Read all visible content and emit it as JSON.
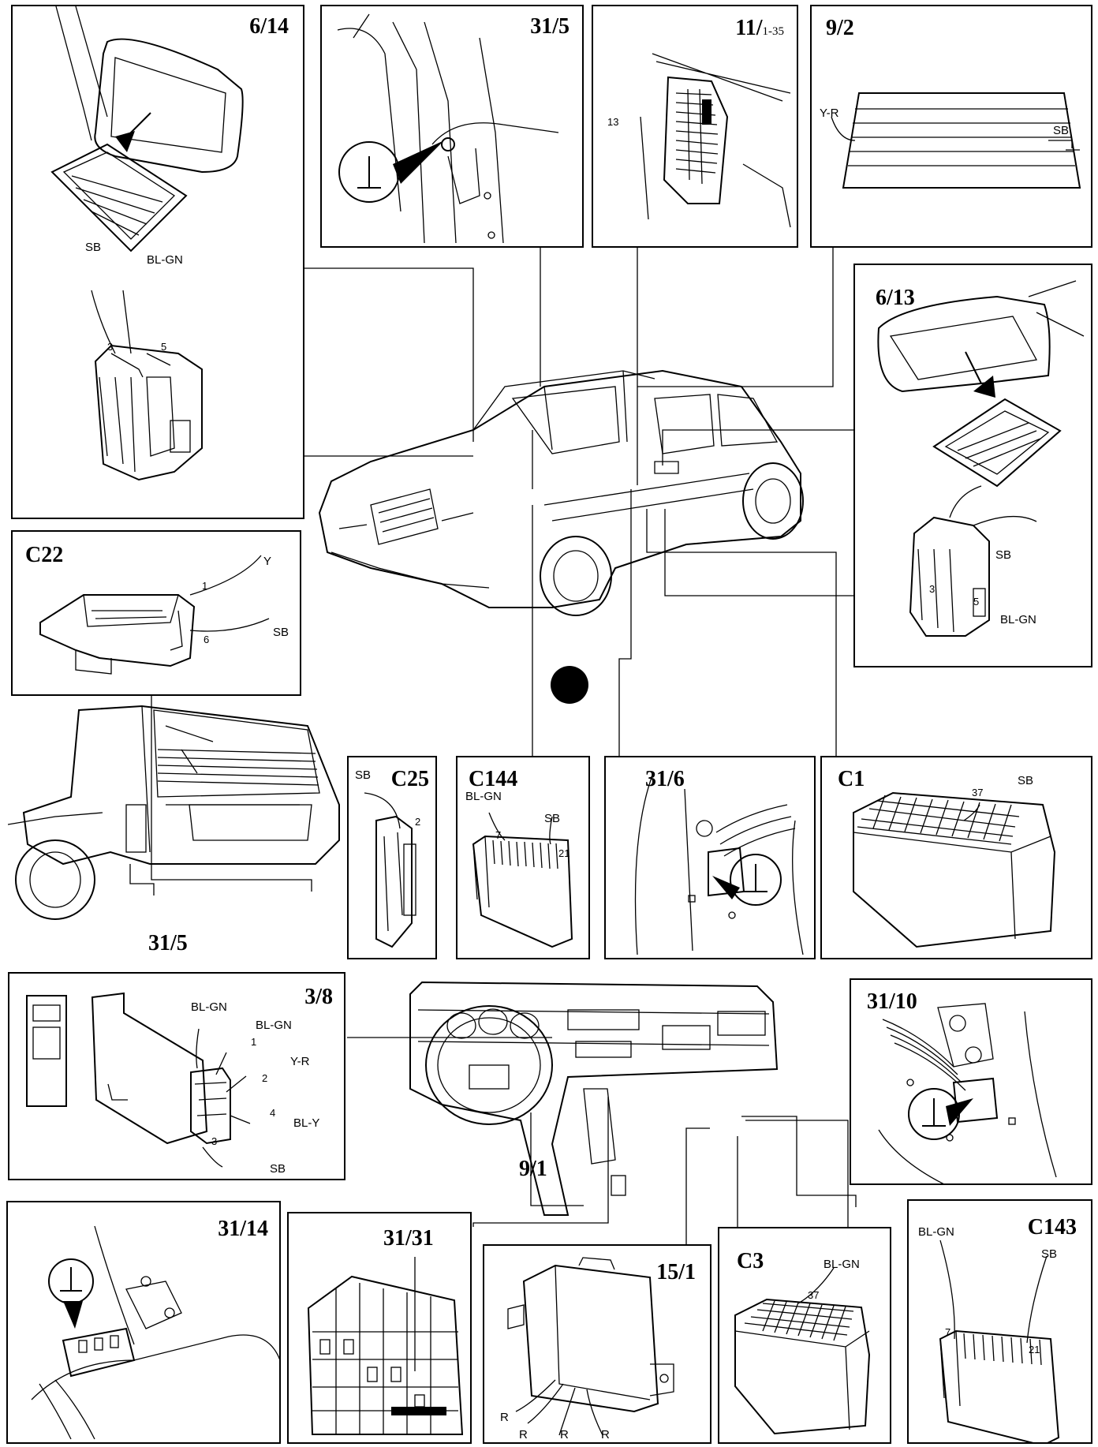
{
  "panels": {
    "p614": {
      "label": "6/14",
      "wires": [
        "SB",
        "BL-GN"
      ],
      "pins": [
        "3",
        "5"
      ]
    },
    "p315": {
      "label": "31/5"
    },
    "p11": {
      "label": "11/",
      "sub": "1-35",
      "pins": [
        "13"
      ]
    },
    "p92": {
      "label": "9/2",
      "wires": [
        "Y-R",
        "SB"
      ]
    },
    "p613": {
      "label": "6/13",
      "wires": [
        "SB",
        "BL-GN"
      ],
      "pins": [
        "3",
        "5"
      ]
    },
    "c22": {
      "label": "C22",
      "wires": [
        "Y",
        "SB"
      ],
      "pins": [
        "1",
        "6"
      ]
    },
    "rear": {
      "label": "31/5"
    },
    "c25": {
      "label": "C25",
      "wires": [
        "SB"
      ],
      "pins": [
        "2"
      ]
    },
    "c144": {
      "label": "C144",
      "wires": [
        "BL-GN",
        "SB"
      ],
      "pins": [
        "7",
        "21"
      ]
    },
    "p316": {
      "label": "31/6"
    },
    "c1": {
      "label": "C1",
      "wires": [
        "SB"
      ],
      "pins": [
        "37"
      ]
    },
    "p38": {
      "label": "3/8",
      "wires": [
        "BL-GN",
        "BL-GN",
        "Y-R",
        "BL-Y",
        "SB"
      ],
      "pins": [
        "1",
        "2",
        "4",
        "3"
      ]
    },
    "dash": {
      "label": "9/1"
    },
    "p3110": {
      "label": "31/10"
    },
    "p3114": {
      "label": "31/14"
    },
    "p3131": {
      "label": "31/31"
    },
    "p151": {
      "label": "15/1",
      "wires": [
        "R",
        "R",
        "R",
        "R"
      ]
    },
    "c3": {
      "label": "C3",
      "wires": [
        "BL-GN"
      ],
      "pins": [
        "37"
      ]
    },
    "c143": {
      "label": "C143",
      "wires": [
        "BL-GN",
        "SB"
      ],
      "pins": [
        "7",
        "21"
      ]
    }
  }
}
